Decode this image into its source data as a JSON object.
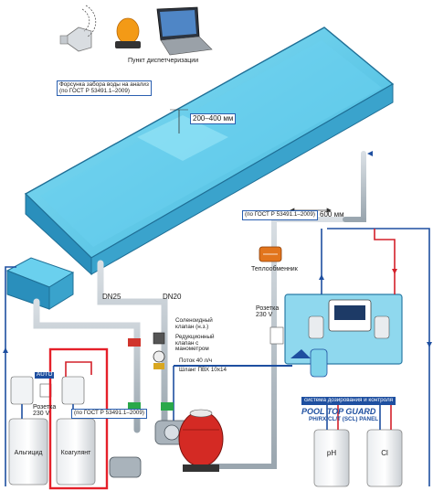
{
  "dispatch_label": "Пункт диспетчеризации",
  "sampler_label": "Форсунка забора воды на анализ\n(по ГОСТ Р 53491.1–2009)",
  "depth_label": "200–400 мм",
  "gost_label": "(по ГОСТ Р 53491.1–2009)",
  "distance_label": "600 мм",
  "heat_exchanger_label": "Теплообменник",
  "dn25_label": "DN25",
  "dn20_label": "DN20",
  "solenoid_label": "Соленоидный\nклапан (н.з.)",
  "reducer_label": "Редукционный\nклапан с\nманометром",
  "flow_label": "Поток 40 л/ч",
  "hose_label": "Шланг ПВХ 10х14",
  "socket_right_label": "Розетка\n230 V",
  "socket_left_label": "Розетка\n230 V",
  "auto_label": "AUTO",
  "gost_lower_label": "(по ГОСТ Р 53491.1–2009)",
  "panel_brand_line1": "POOL TOP GUARD",
  "panel_brand_line2": "PH/RX/CL/T (SCL) PANEL",
  "panel_caption_line1": "система дозирования и контроля",
  "panel_caption_line2": "PH/RX/CL/T (SCL) PANEL",
  "tank_algicide": "Альгицид",
  "tank_coagulant": "Коагулянт",
  "tank_ph": "pH",
  "tank_cl": "Cl",
  "colors": {
    "pool_water": "#5ec8e8",
    "pool_wall": "#2a9cc4",
    "pipe": "#b8c2ca",
    "dosing_line_blue": "#1e4fa0",
    "dosing_line_red": "#d4202a",
    "highlight_box": "#e5202a",
    "panel_bg": "#7fd3ea",
    "filter_red": "#d42a24",
    "valve_green": "#2aa84a"
  }
}
